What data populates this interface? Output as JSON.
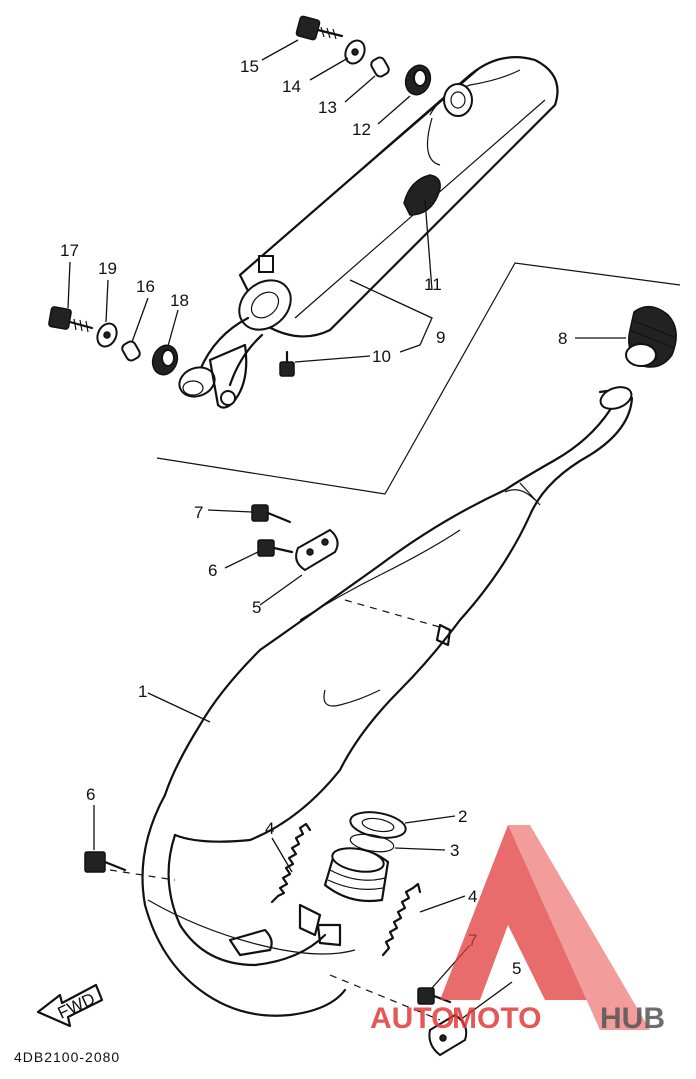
{
  "diagram_code": "4DB2100-2080",
  "fwd_label": "FWD",
  "watermark": {
    "part1": "AUTO",
    "part2": "MOTO",
    "part3": "HUB",
    "color_red": "#e23b3b",
    "color_gray": "#555555"
  },
  "callouts": {
    "c1": "1",
    "c2": "2",
    "c3": "3",
    "c4a": "4",
    "c4b": "4",
    "c5a": "5",
    "c5b": "5",
    "c6a": "6",
    "c6b": "6",
    "c7a": "7",
    "c7b": "7",
    "c8": "8",
    "c9": "9",
    "c10": "10",
    "c11": "11",
    "c12": "12",
    "c13": "13",
    "c14": "14",
    "c15": "15",
    "c16": "16",
    "c17": "17",
    "c18": "18",
    "c19": "19"
  }
}
